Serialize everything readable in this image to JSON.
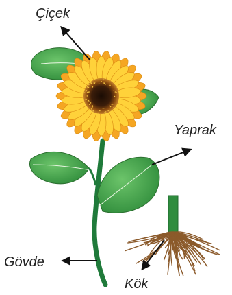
{
  "labels": {
    "flower": "Çiçek",
    "leaf": "Yaprak",
    "stem": "Gövde",
    "root": "Kök"
  },
  "colors": {
    "leaf_dark": "#2e8b3a",
    "leaf_light": "#5cb85c",
    "stem": "#1f7a3a",
    "petal_outer": "#f5a623",
    "petal_inner": "#ffd23a",
    "center": "#3b1d0a",
    "center_ring": "#8a4b10",
    "root": "#8b5a2b",
    "arrow": "#111111"
  }
}
